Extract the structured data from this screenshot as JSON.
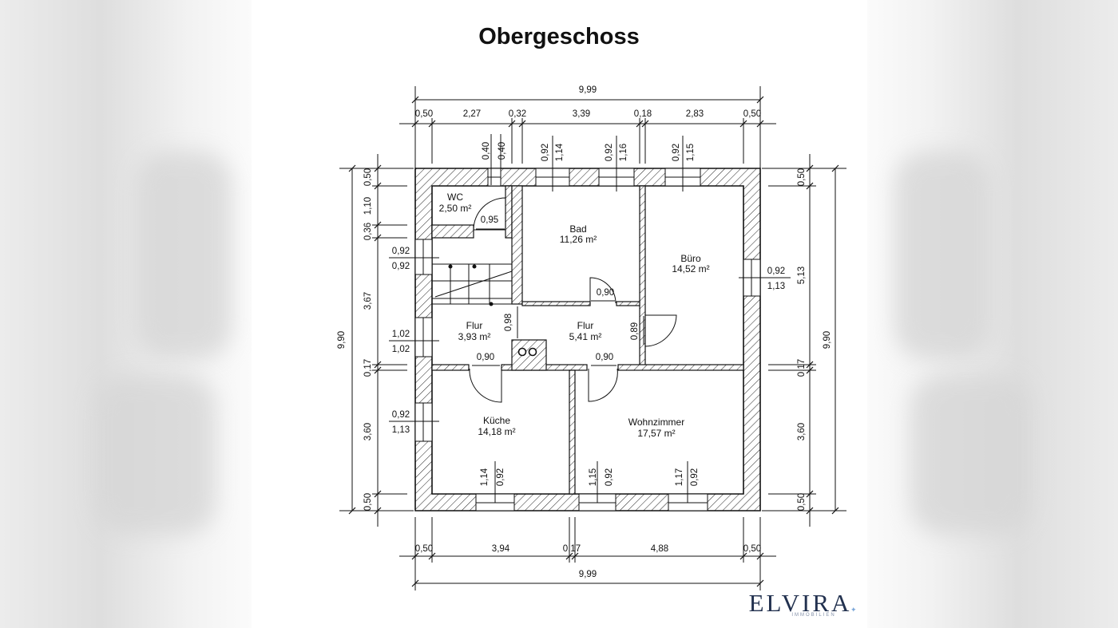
{
  "title": "Obergeschoss",
  "rooms": [
    {
      "name": "WC",
      "area": "2,50 m²"
    },
    {
      "name": "Bad",
      "area": "11,26 m²"
    },
    {
      "name": "Büro",
      "area": "14,52 m²"
    },
    {
      "name": "Flur",
      "area": "3,93 m²"
    },
    {
      "name": "Flur",
      "area": "5,41 m²"
    },
    {
      "name": "Küche",
      "area": "14,18 m²"
    },
    {
      "name": "Wohnzimmer",
      "area": "17,57 m²"
    }
  ],
  "dims": {
    "top_total": "9,99",
    "top_segments": [
      "0,50",
      "2,27",
      "0,32",
      "3,39",
      "0,18",
      "2,83",
      "0,50"
    ],
    "top_windows": [
      "0,40",
      "0,40",
      "0,92",
      "1,14",
      "0,92",
      "1,16",
      "0,92",
      "1,15"
    ],
    "bottom_total": "9,99",
    "bottom_segments": [
      "0,50",
      "3,94",
      "0,17",
      "4,88",
      "0,50"
    ],
    "bottom_windows": [
      "1,14",
      "0,92",
      "1,15",
      "0,92",
      "1,17",
      "0,92"
    ],
    "left_total": "9,90",
    "left_segments": [
      "0,50",
      "1,10",
      "0,36",
      "3,67",
      "0,17",
      "3,60",
      "0,50"
    ],
    "left_windows": [
      "0,92",
      "0,92",
      "1,02",
      "1,02",
      "0,92",
      "1,13"
    ],
    "right_total": "9,90",
    "right_segments": [
      "0,50",
      "5,13",
      "0,17",
      "3,60",
      "0,50"
    ],
    "right_windows": [
      "0,92",
      "1,13"
    ],
    "doors": [
      "0,95",
      "0,90",
      "0,98",
      "0,89",
      "0,90",
      "0,90"
    ]
  },
  "logo": {
    "name": "ELVIRA",
    "sub": "IMMOBILIEN"
  }
}
